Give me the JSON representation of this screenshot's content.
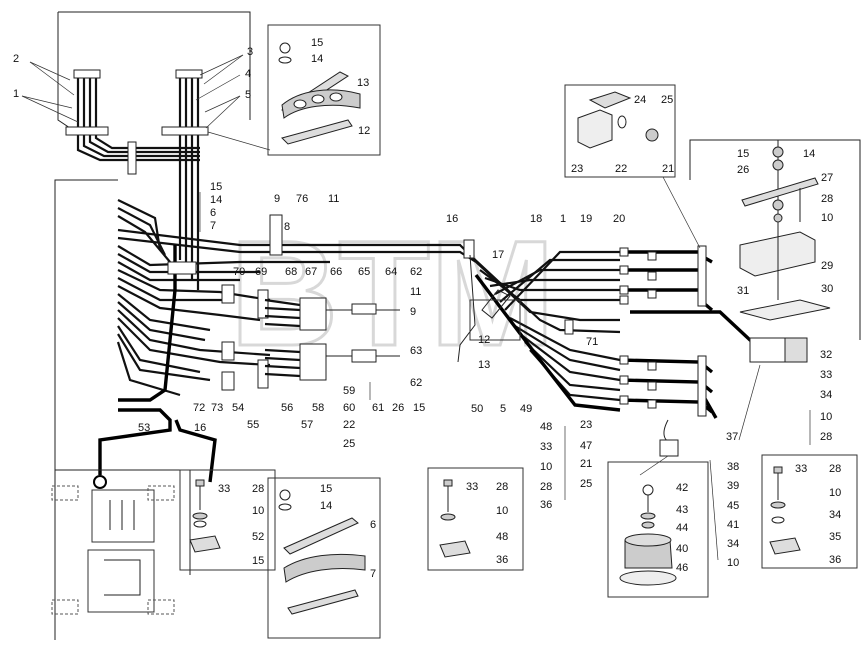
{
  "watermark": "BTM",
  "callouts": {
    "top_left": [
      "2",
      "1",
      "3",
      "4",
      "5"
    ],
    "detail_top": [
      "15",
      "14",
      "13",
      "12"
    ],
    "left_col": [
      "15",
      "14",
      "6",
      "7"
    ],
    "row_top": [
      "9",
      "76",
      "11",
      "8"
    ],
    "detail_right_top": [
      "24",
      "25",
      "23",
      "22",
      "21"
    ],
    "detail_far_right": [
      "15",
      "14",
      "26",
      "27",
      "28",
      "10",
      "29",
      "31",
      "30"
    ],
    "center_row": [
      "70",
      "69",
      "68",
      "67",
      "66",
      "65",
      "64",
      "62",
      "11",
      "9",
      "63",
      "62"
    ],
    "lower_row": [
      "72",
      "73",
      "54",
      "56",
      "58",
      "60",
      "59",
      "61",
      "26",
      "15",
      "57",
      "22",
      "25",
      "55"
    ],
    "mid_right": [
      "16",
      "17",
      "12",
      "13",
      "50",
      "5",
      "49",
      "48",
      "33",
      "10",
      "28",
      "36",
      "18",
      "1",
      "19",
      "20",
      "71",
      "23",
      "47",
      "21",
      "25"
    ],
    "right_side": [
      "32",
      "33",
      "34",
      "37",
      "10",
      "28"
    ],
    "bottom_left": [
      "53",
      "16"
    ],
    "bolt_left": [
      "33",
      "28",
      "10",
      "52",
      "15"
    ],
    "detail_bottom": [
      "15",
      "14",
      "6",
      "7"
    ],
    "bolt_mid": [
      "33",
      "28",
      "10",
      "48",
      "36"
    ],
    "mount_detail": [
      "38",
      "39",
      "45",
      "41",
      "34",
      "10",
      "42",
      "43",
      "44",
      "40",
      "46"
    ],
    "bolt_right": [
      "33",
      "28",
      "10",
      "34",
      "35",
      "36"
    ]
  }
}
